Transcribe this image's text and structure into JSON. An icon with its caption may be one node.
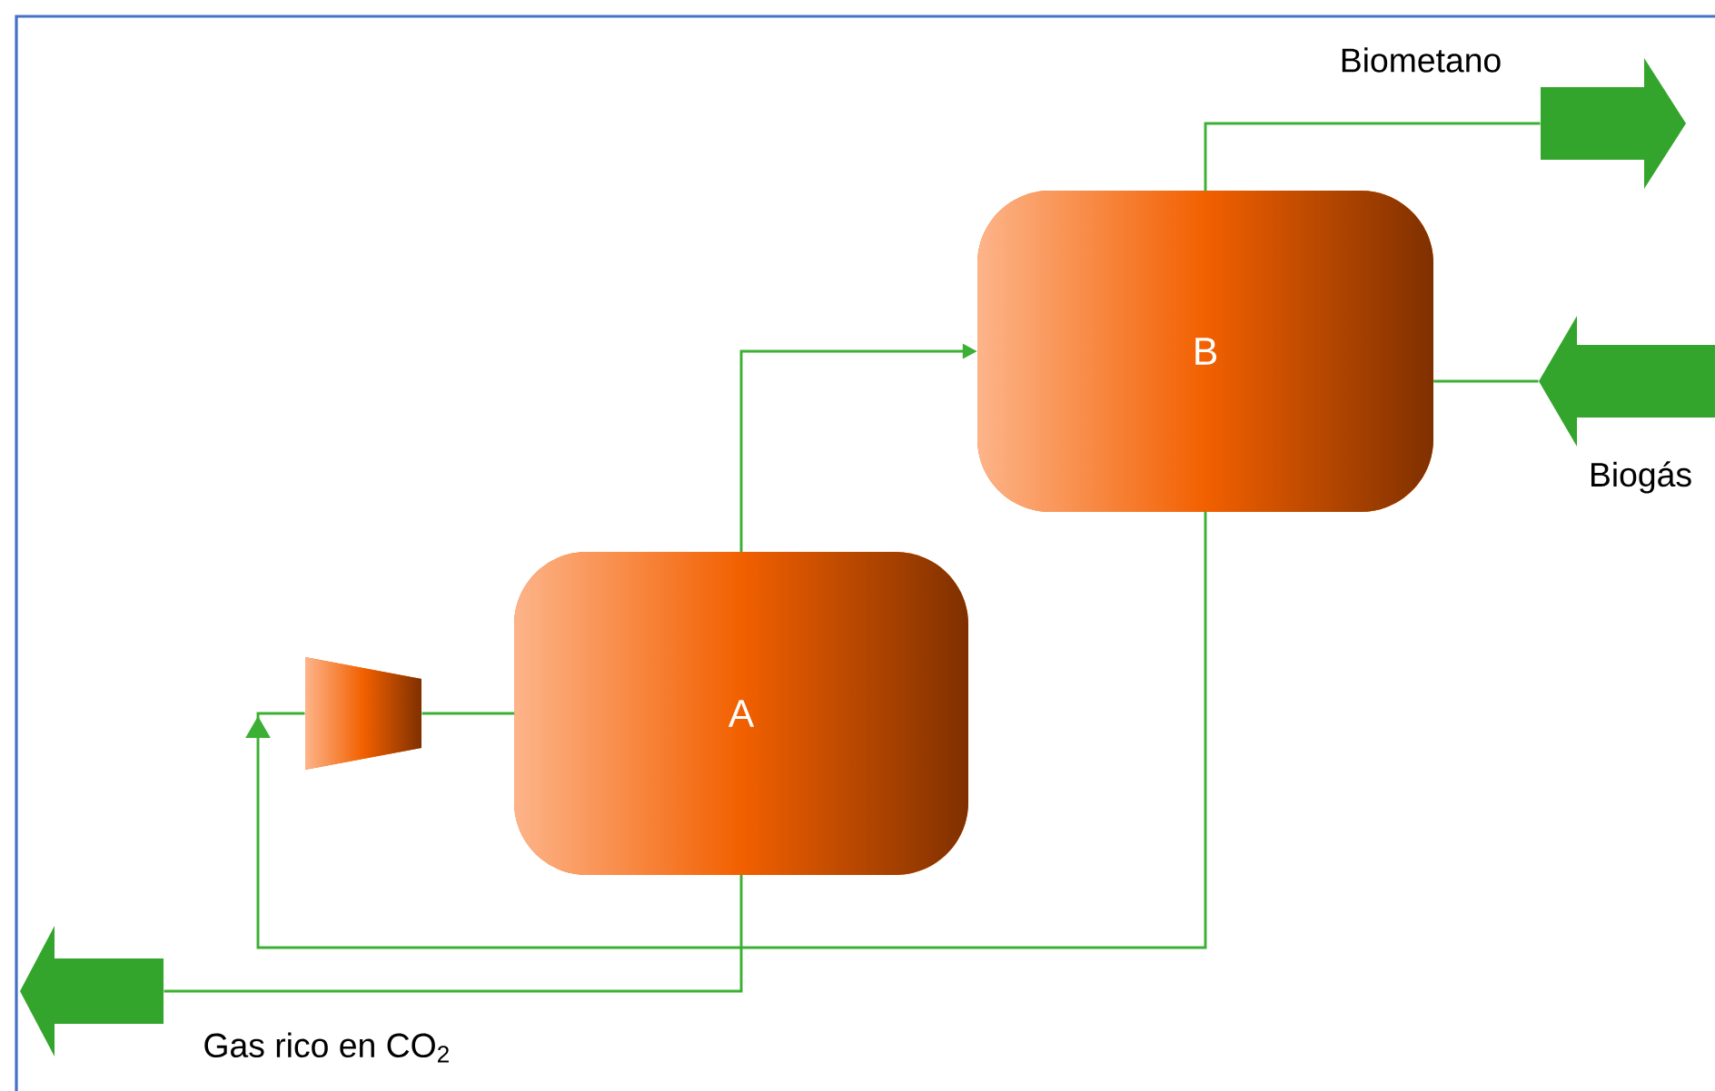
{
  "diagram": {
    "nodes": [
      {
        "text": [
          "A"
        ]
      },
      {
        "text": [
          "B"
        ]
      },
      {
        "text": [],
        "shape": "trapezoid"
      },
      {
        "text": [
          "Biometano"
        ]
      },
      {
        "text": [
          "Biogás"
        ]
      },
      {
        "text": [
          "Gas rico en CO$_{2}$"
        ]
      }
    ],
    "edges": [
      {
        "from": 0,
        "to": 1,
        "arrow": "to"
      },
      {
        "from": 1,
        "to": 3,
        "arrow": "none"
      },
      {
        "from": 4,
        "to": 1,
        "arrow": "none"
      },
      {
        "from": 1,
        "to": 2,
        "arrow": "to"
      },
      {
        "from": 2,
        "to": 0,
        "arrow": "none"
      },
      {
        "from": 0,
        "to": 5,
        "arrow": "none"
      }
    ]
  }
}
